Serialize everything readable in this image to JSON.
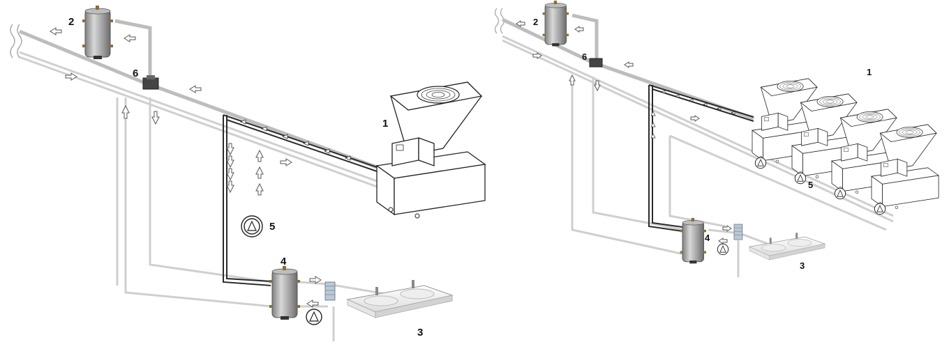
{
  "diagrams": [
    {
      "labels": {
        "chiller": "1",
        "buffer_tank": "2",
        "washbasin": "3",
        "dhw_tank": "4",
        "pump": "5",
        "valve": "6"
      }
    },
    {
      "labels": {
        "chiller": "1",
        "buffer_tank": "2",
        "washbasin": "3",
        "dhw_tank": "4",
        "pump": "5",
        "valve": "6"
      }
    }
  ],
  "colors": {
    "pipe_supply": "#bdbdbd",
    "pipe_return": "#cfcfcf",
    "pipe_recovery": "#2b2b2b",
    "tank_body": "#a9a9a9"
  }
}
